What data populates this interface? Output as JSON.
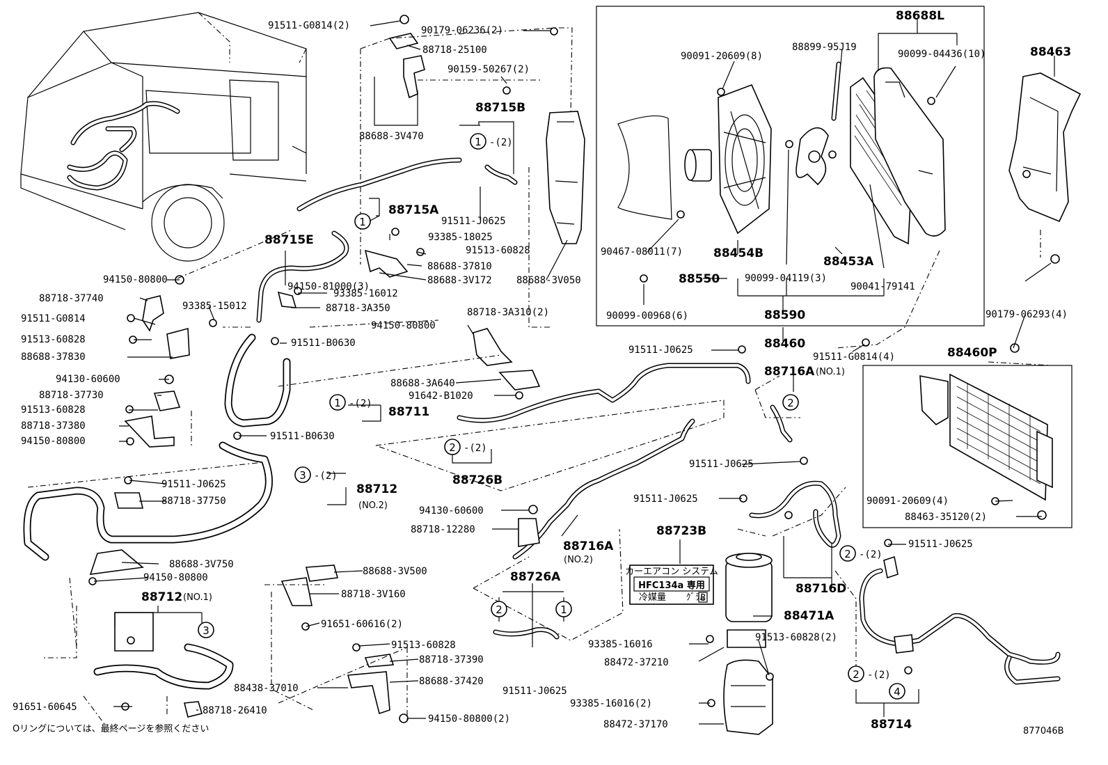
{
  "labels": {
    "l_91511_G0814_2": "91511-G0814(2)",
    "l_90179_06236_2": "90179-06236(2)",
    "l_88718_25100": "88718-25100",
    "l_90159_50267_2": "90159-50267(2)",
    "l_88688_3V470": "88688-3V470",
    "l_88715B": "88715B",
    "l_88715A": "88715A",
    "l_91511_J0625_a": "91511-J0625",
    "l_93385_18025": "93385-18025",
    "l_91513_60828_a": "91513-60828",
    "l_88688_37810": "88688-37810",
    "l_88688_3V172": "88688-3V172",
    "l_88688_3V050": "88688-3V050",
    "l_88715E": "88715E",
    "l_94150_80800_a": "94150-80800",
    "l_88718_37740": "88718-37740",
    "l_93385_16012": "93385-16012",
    "l_88718_3A350": "88718-3A350",
    "l_93385_15012": "93385-15012",
    "l_91511_G0814_b": "91511-G0814",
    "l_91513_60828_b": "91513-60828",
    "l_91511_B0630_a": "91511-B0630",
    "l_88688_37830": "88688-37830",
    "l_88718_3A310_2": "88718-3A310(2)",
    "l_94150_80800_b": "94150-80800",
    "l_88688_3A640": "88688-3A640",
    "l_91642_B1020": "91642-B1020",
    "l_88711": "88711",
    "l_94130_60600_a": "94130-60600",
    "l_88718_37730": "88718-37730",
    "l_91513_60828_c": "91513-60828",
    "l_88718_37380": "88718-37380",
    "l_94150_80800_c": "94150-80800",
    "l_91511_B0630_b": "91511-B0630",
    "l_88726B": "88726B",
    "l_91511_J0625_b": "91511-J0625",
    "l_88712": "88712",
    "l_NO2_a": "(NO.2)",
    "l_88718_37750": "88718-37750",
    "l_94130_60600_b": "94130-60600",
    "l_88718_12280": "88718-12280",
    "l_88716A_b": "88716A",
    "l_NO2_b": "(NO.2)",
    "l_88688_3V750": "88688-3V750",
    "l_94150_80800_d": "94150-80800",
    "l_88688_3V500": "88688-3V500",
    "l_88718_3V160": "88718-3V160",
    "l_88726A": "88726A",
    "l_88712_NO1": "88712",
    "l_NO1_a": "(NO.1)",
    "l_91651_60616_2": "91651-60616(2)",
    "l_91513_60828_d": "91513-60828",
    "l_88718_37390": "88718-37390",
    "l_88688_37420": "88688-37420",
    "l_88438_37010": "88438-37010",
    "l_91511_J0625_c": "91511-J0625",
    "l_91651_60645": "91651-60645",
    "l_88718_26410": "88718-26410",
    "l_94150_80800_2": "94150-80800(2)",
    "l_88688L": "88688L",
    "l_88899_95J19": "88899-95J19",
    "l_90091_20609_8": "90091-20609(8)",
    "l_90099_04436_10": "90099-04436(10)",
    "l_88463": "88463",
    "l_90467_08011_7": "90467-08011(7)",
    "l_88454B": "88454B",
    "l_88453A": "88453A",
    "l_88550": "88550",
    "l_90099_04119_3": "90099-04119(3)",
    "l_90041_79141": "90041-79141",
    "l_90099_00968_6": "90099-00968(6)",
    "l_88590": "88590",
    "l_94150_81000_3": "94150-81000(3)",
    "l_90179_06293_4": "90179-06293(4)",
    "l_88460": "88460",
    "l_91511_J0625_d": "91511-J0625",
    "l_91511_G0814_4": "91511-G0814(4)",
    "l_88460P": "88460P",
    "l_88716A_a": "88716A",
    "l_NO1_b": "(NO.1)",
    "l_91511_J0625_e": "91511-J0625",
    "l_91511_J0625_f": "91511-J0625",
    "l_90091_20609_4": "90091-20609(4)",
    "l_88463_35120_2": "88463-35120(2)",
    "l_88723B": "88723B",
    "l_91511_J0625_g": "91511-J0625",
    "l_88716D": "88716D",
    "l_88471A": "88471A",
    "l_93385_16016": "93385-16016",
    "l_91513_60828_2": "91513-60828(2)",
    "l_88472_37210": "88472-37210",
    "l_93385_16016_2": "93385-16016(2)",
    "l_88472_37170": "88472-37170",
    "l_88714": "88714",
    "l_qty2": "-(2)",
    "note": "Oリングについては、最終ページを参照ください",
    "code": "877046B"
  },
  "label_card": {
    "top": "カーエアコン システム",
    "main": "HFC134a 専用",
    "left_small": "冷媒量",
    "right_small": "ｸﾞﾗﾑ",
    "digit": "8"
  },
  "circles": [
    "1",
    "2",
    "3",
    "4"
  ]
}
